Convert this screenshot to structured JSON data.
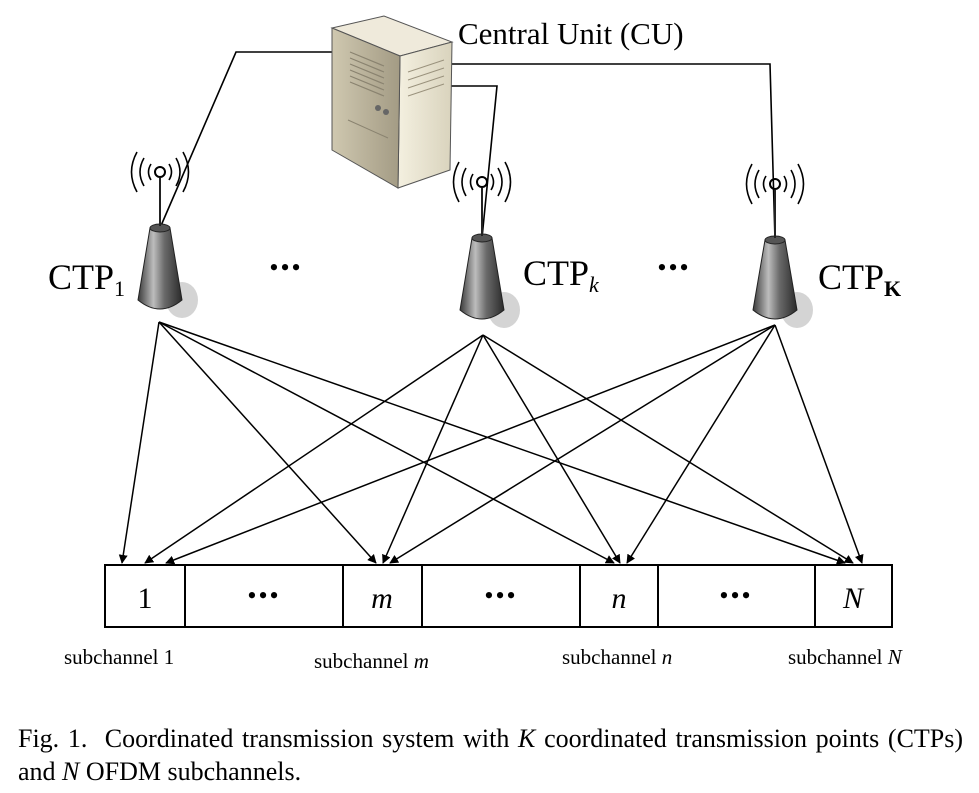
{
  "central_unit": {
    "label": "Central Unit (CU)"
  },
  "ctps": [
    {
      "base": "CTP",
      "sub": "1",
      "sub_italic": false
    },
    {
      "base": "CTP",
      "sub": "k",
      "sub_italic": true
    },
    {
      "base": "CTP",
      "sub": "K",
      "sub_italic": false
    }
  ],
  "ellipsis": "•••",
  "cells": [
    {
      "text": "1",
      "italic": false
    },
    {
      "text": "•••",
      "italic": false
    },
    {
      "text": "m",
      "italic": true
    },
    {
      "text": "•••",
      "italic": false
    },
    {
      "text": "n",
      "italic": true
    },
    {
      "text": "•••",
      "italic": false
    },
    {
      "text": "N",
      "italic": true
    }
  ],
  "subchannel_labels": [
    {
      "prefix": "subchannel ",
      "var": "1",
      "italic": false
    },
    {
      "prefix": "subchannel ",
      "var": "m",
      "italic": true
    },
    {
      "prefix": "subchannel ",
      "var": "n",
      "italic": true
    },
    {
      "prefix": "subchannel ",
      "var": "N",
      "italic": true
    }
  ],
  "caption": {
    "fig": "Fig. 1.",
    "t1": "Coordinated transmission system with",
    "v1": "K",
    "t2": "coordinated transmission points (CTPs) and",
    "v2": "N",
    "t3": "OFDM subchannels."
  }
}
